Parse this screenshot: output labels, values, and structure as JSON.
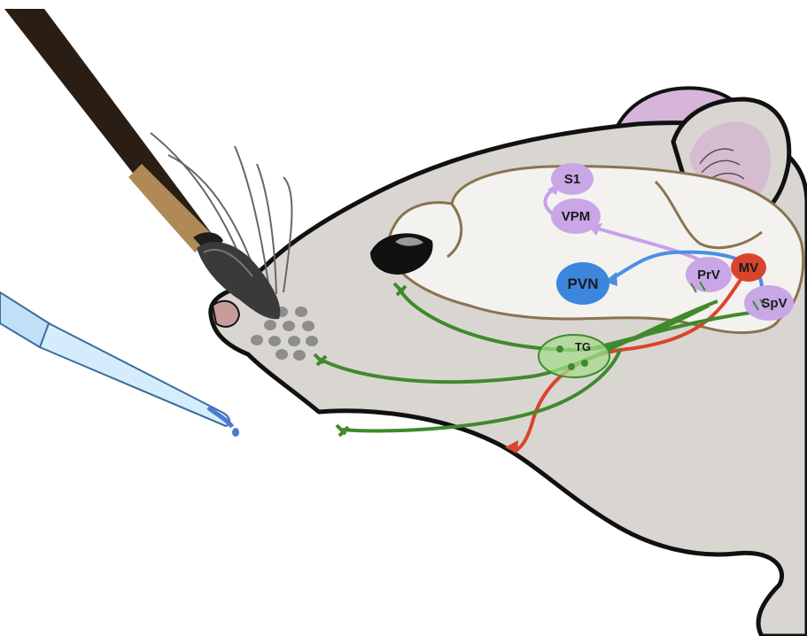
{
  "labels": {
    "s1": "S1",
    "vpm": "VPM",
    "pvn": "PVN",
    "prv": "PrV",
    "mv": "MV",
    "spv": "SpV",
    "tg": "TG"
  },
  "colors": {
    "head_fill": "#d9d6d2",
    "brain_fill": "#f3f2ef",
    "brain_outline": "#8a7350",
    "outline": "#111111",
    "ear_inner": "#d7b5db",
    "nucleus_purple": "#c9a6e6",
    "pathway_purple": "#c8a0ea",
    "nucleus_blue": "#3c86dd",
    "pathway_blue": "#4a90e2",
    "nucleus_red": "#d9452c",
    "pathway_red": "#d9452c",
    "pathway_green": "#3f8a2c",
    "ganglion_fill": "#a7d98c",
    "whisker_pad": "#8d8d8d",
    "nose": "#c99b9b",
    "brush_handle": "#2a1d13",
    "brush_ferrule": "#b08a56",
    "brush_bristles": "#3a3a3a",
    "pipette": "#bfe0f7",
    "droplet": "#4a79d6"
  },
  "icons": {
    "brush": "paintbrush-icon",
    "pipette": "pipette-icon"
  }
}
